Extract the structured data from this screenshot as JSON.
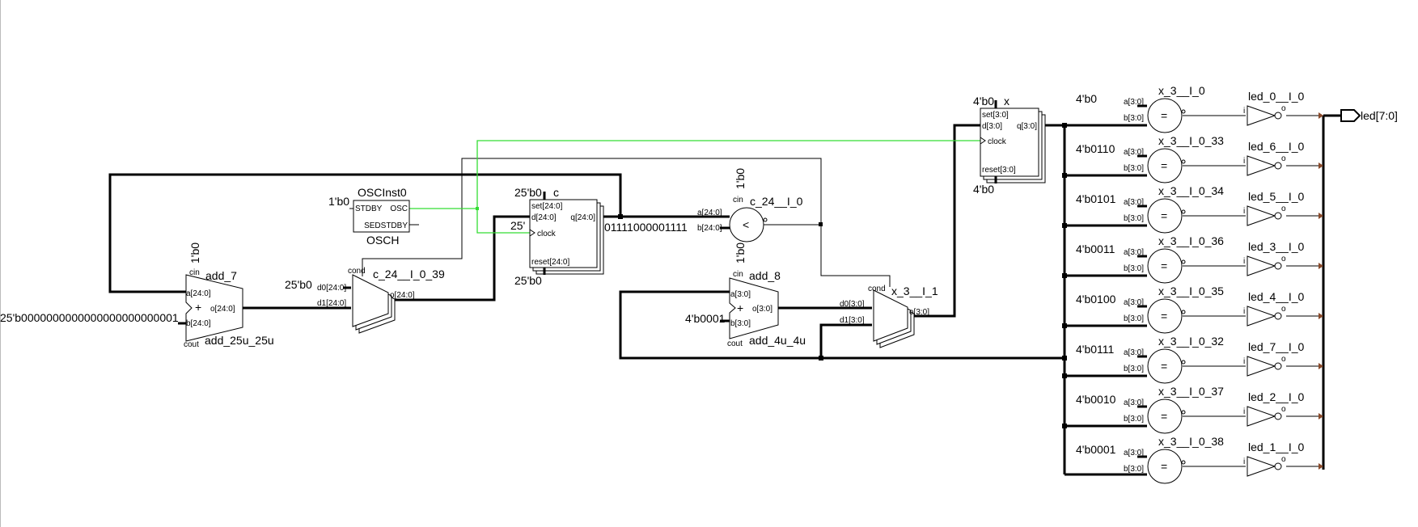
{
  "instances": {
    "add_7": {
      "name": "add_7",
      "type": "add_25u_25u",
      "cin": "cin",
      "a": "a[24:0]",
      "b": "b[24:0]",
      "o": "o[24:0]",
      "cout": "cout",
      "op": "+",
      "cin_const": "1'b0",
      "b_const": "25'b0000000000000000000000001"
    },
    "osc": {
      "name": "OSCInst0",
      "type": "OSCH",
      "stdby": "STDBY",
      "osc": "OSC",
      "sedstdby": "SEDSTDBY",
      "const": "1'b0"
    },
    "mux1": {
      "name": "c_24__I_0_39",
      "cond": "cond",
      "d0": "d0[24:0]",
      "d1": "d1[24:0]",
      "o": "o[24:0]",
      "d0_const": "25'b0"
    },
    "reg_c": {
      "name": "c",
      "set": "set[24:0]",
      "d": "d[24:0]",
      "q": "q[24:0]",
      "clock": "clock",
      "reset": "reset[24:0]",
      "set_const": "25'b0",
      "reset_const": "25'b0",
      "d_const": "25'"
    },
    "cmp": {
      "name": "c_24__I_0",
      "a": "a[24:0]",
      "b": "b[24:0]",
      "op": "<",
      "cin": "cin",
      "cin_const": "1'b0",
      "b_const": "01111000001111",
      "bottom_const": "1'b0"
    },
    "add_8": {
      "name": "add_8",
      "type": "add_4u_4u",
      "cin": "cin",
      "a": "a[3:0]",
      "b": "b[3:0]",
      "o": "o[3:0]",
      "cout": "cout",
      "op": "+",
      "b_const": "4'b0001"
    },
    "mux2": {
      "name": "x_3__I_1",
      "cond": "cond",
      "d0": "d0[3:0]",
      "d1": "d1[3:0]",
      "o": "o[3:0]"
    },
    "reg_x": {
      "name": "x",
      "set": "set[3:0]",
      "d": "d[3:0]",
      "q": "q[3:0]",
      "clock": "clock",
      "reset": "reset[3:0]",
      "set_const": "4'b0",
      "reset_const": "4'b0"
    },
    "eq_pin_a": "a[3:0]",
    "eq_pin_b": "b[3:0]",
    "eq_op": "=",
    "inv_pin": "i",
    "inv_out": "o",
    "output_port": "led[7:0]"
  },
  "rows": [
    {
      "const": "4'b0",
      "cmp": "x_3__I_0",
      "inv": "led_0__I_0"
    },
    {
      "const": "4'b0110",
      "cmp": "x_3__I_0_33",
      "inv": "led_6__I_0"
    },
    {
      "const": "4'b0101",
      "cmp": "x_3__I_0_34",
      "inv": "led_5__I_0"
    },
    {
      "const": "4'b0011",
      "cmp": "x_3__I_0_36",
      "inv": "led_3__I_0"
    },
    {
      "const": "4'b0100",
      "cmp": "x_3__I_0_35",
      "inv": "led_4__I_0"
    },
    {
      "const": "4'b0111",
      "cmp": "x_3__I_0_32",
      "inv": "led_7__I_0"
    },
    {
      "const": "4'b0010",
      "cmp": "x_3__I_0_37",
      "inv": "led_2__I_0"
    },
    {
      "const": "4'b0001",
      "cmp": "x_3__I_0_38",
      "inv": "led_1__I_0"
    }
  ],
  "colors": {
    "clock_net": "#33dd33",
    "wire": "#000000",
    "port_marker": "#8a4a2a"
  }
}
